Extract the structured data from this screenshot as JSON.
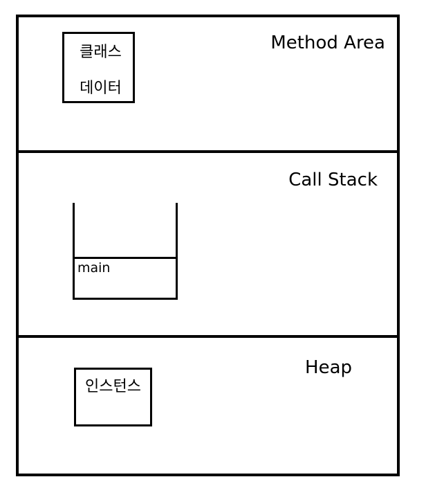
{
  "method_area": {
    "title": "Method Area",
    "class_data_line1": "클래스",
    "class_data_line2": "데이터"
  },
  "call_stack": {
    "title": "Call Stack",
    "frames": [
      "main"
    ]
  },
  "heap": {
    "title": "Heap",
    "instance_label": "인스턴스"
  }
}
